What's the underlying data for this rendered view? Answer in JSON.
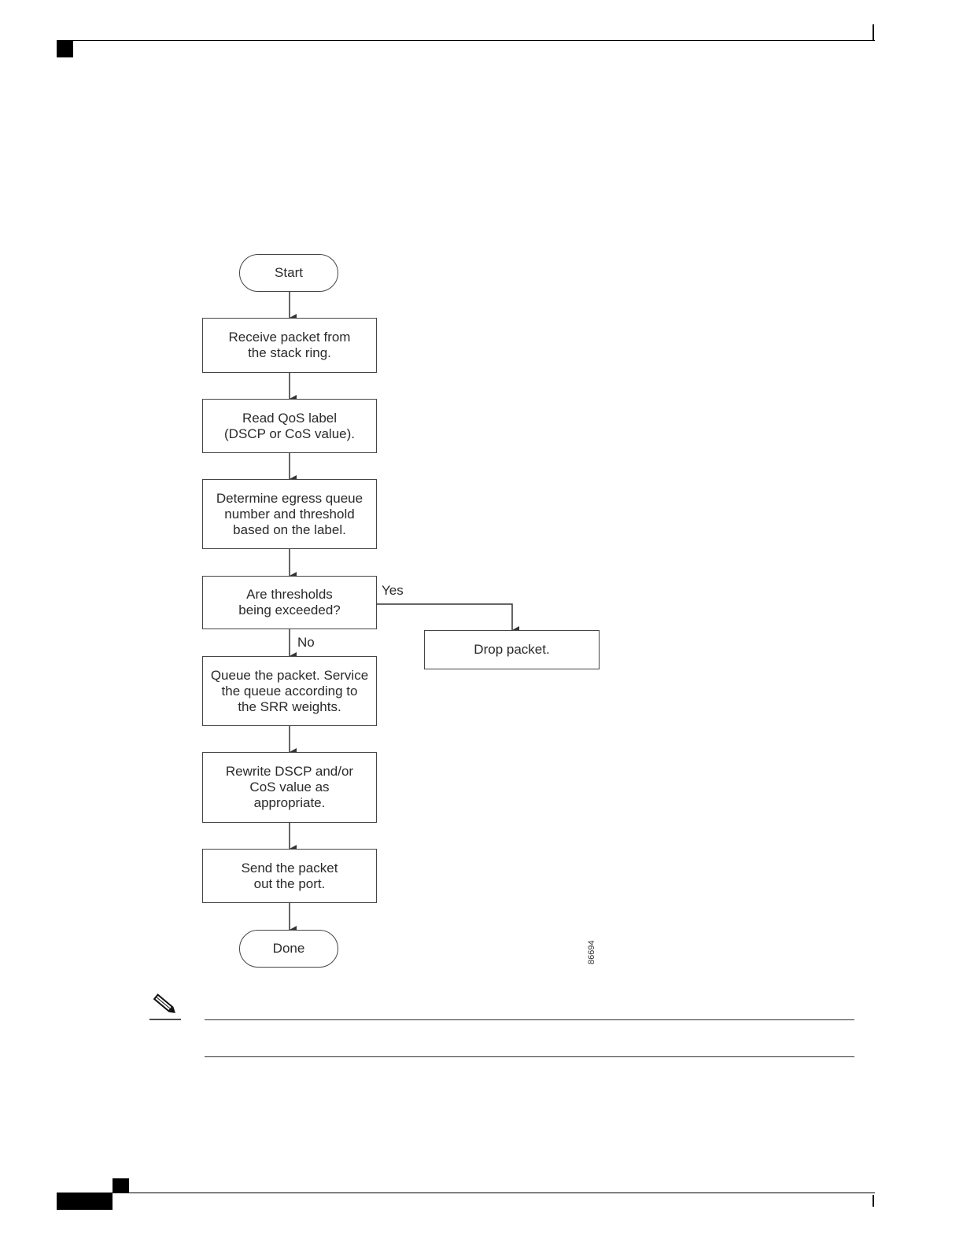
{
  "flowchart": {
    "nodes": {
      "start": "Start",
      "receive": "Receive packet from\nthe stack ring.",
      "read_label": "Read QoS label\n(DSCP or CoS value).",
      "determine": "Determine egress queue\nnumber and threshold\nbased on the label.",
      "thresholds": "Are thresholds\nbeing exceeded?",
      "drop": "Drop packet.",
      "queue": "Queue the packet. Service\nthe queue according to\nthe SRR weights.",
      "rewrite": "Rewrite DSCP and/or\nCoS value as\nappropriate.",
      "send": "Send the packet\nout the port.",
      "done": "Done"
    },
    "edge_labels": {
      "yes": "Yes",
      "no": "No"
    },
    "figure_id": "86694"
  }
}
